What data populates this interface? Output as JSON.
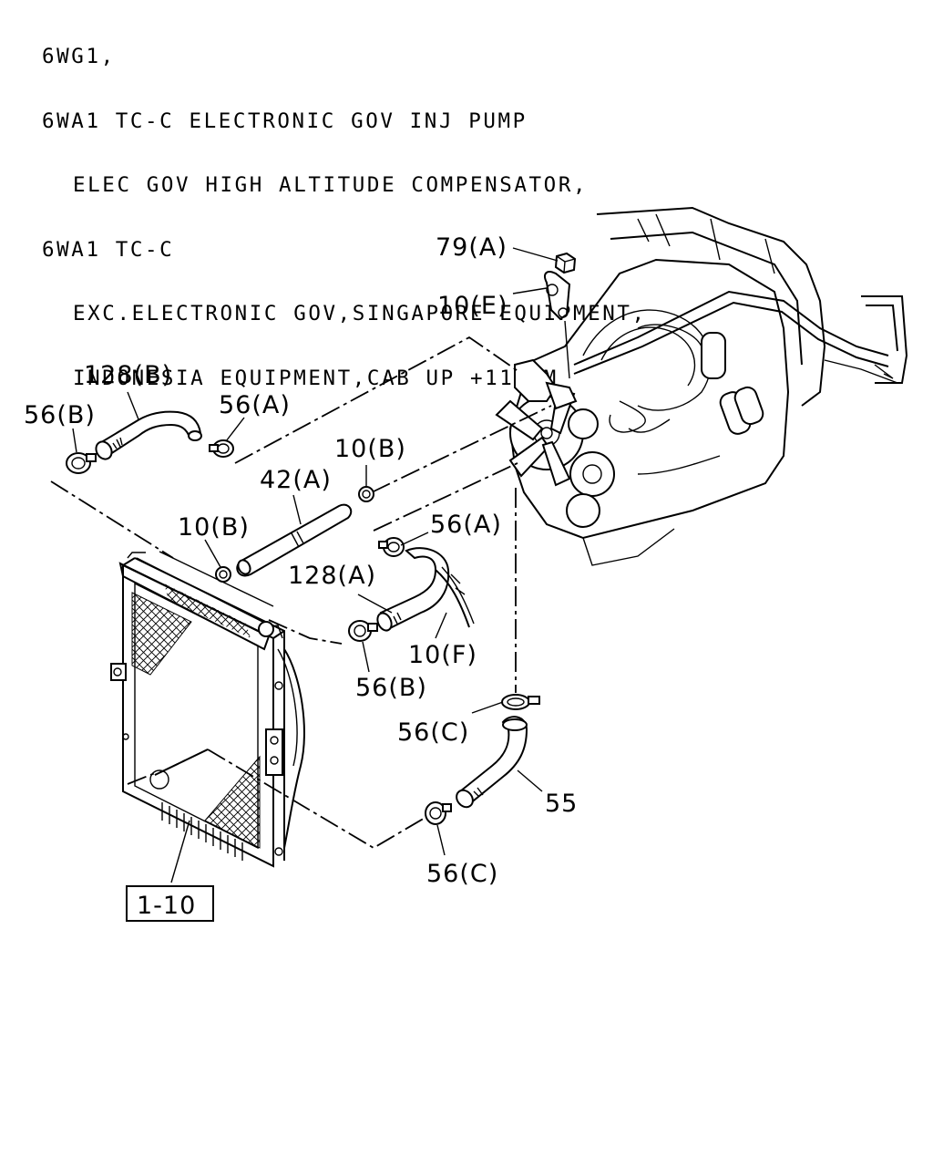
{
  "header": {
    "lines": [
      "6WG1,",
      "6WA1 TC-C ELECTRONIC GOV INJ PUMP",
      "ELEC GOV HIGH ALTITUDE COMPENSATOR,",
      "6WA1 TC-C",
      "EXC.ELECTRONIC GOV,SINGAPORE EQUIPMENT,",
      "INDONESIA EQUIPMENT,CAB UP +110MM"
    ]
  },
  "callouts": {
    "c_79a": "79(A)",
    "c_10e": "10(E)",
    "c_128b": "128(B)",
    "c_56b_top": "56(B)",
    "c_56a_top": "56(A)",
    "c_10b_right": "10(B)",
    "c_42a": "42(A)",
    "c_10b_left": "10(B)",
    "c_56a_mid": "56(A)",
    "c_128a": "128(A)",
    "c_10f": "10(F)",
    "c_56b_low": "56(B)",
    "c_56c_upper": "56(C)",
    "c_55": "55",
    "c_56c_lower": "56(C)",
    "ref_box": "1-10"
  }
}
